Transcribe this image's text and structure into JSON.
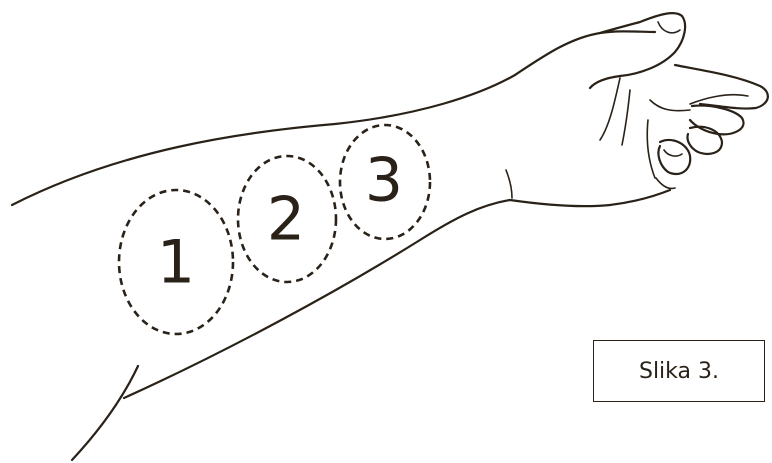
{
  "figure": {
    "caption": "Slika 3.",
    "zones": [
      {
        "label": "1"
      },
      {
        "label": "2"
      },
      {
        "label": "3"
      }
    ]
  },
  "colors": {
    "line": "#2a2219",
    "background": "#ffffff"
  }
}
